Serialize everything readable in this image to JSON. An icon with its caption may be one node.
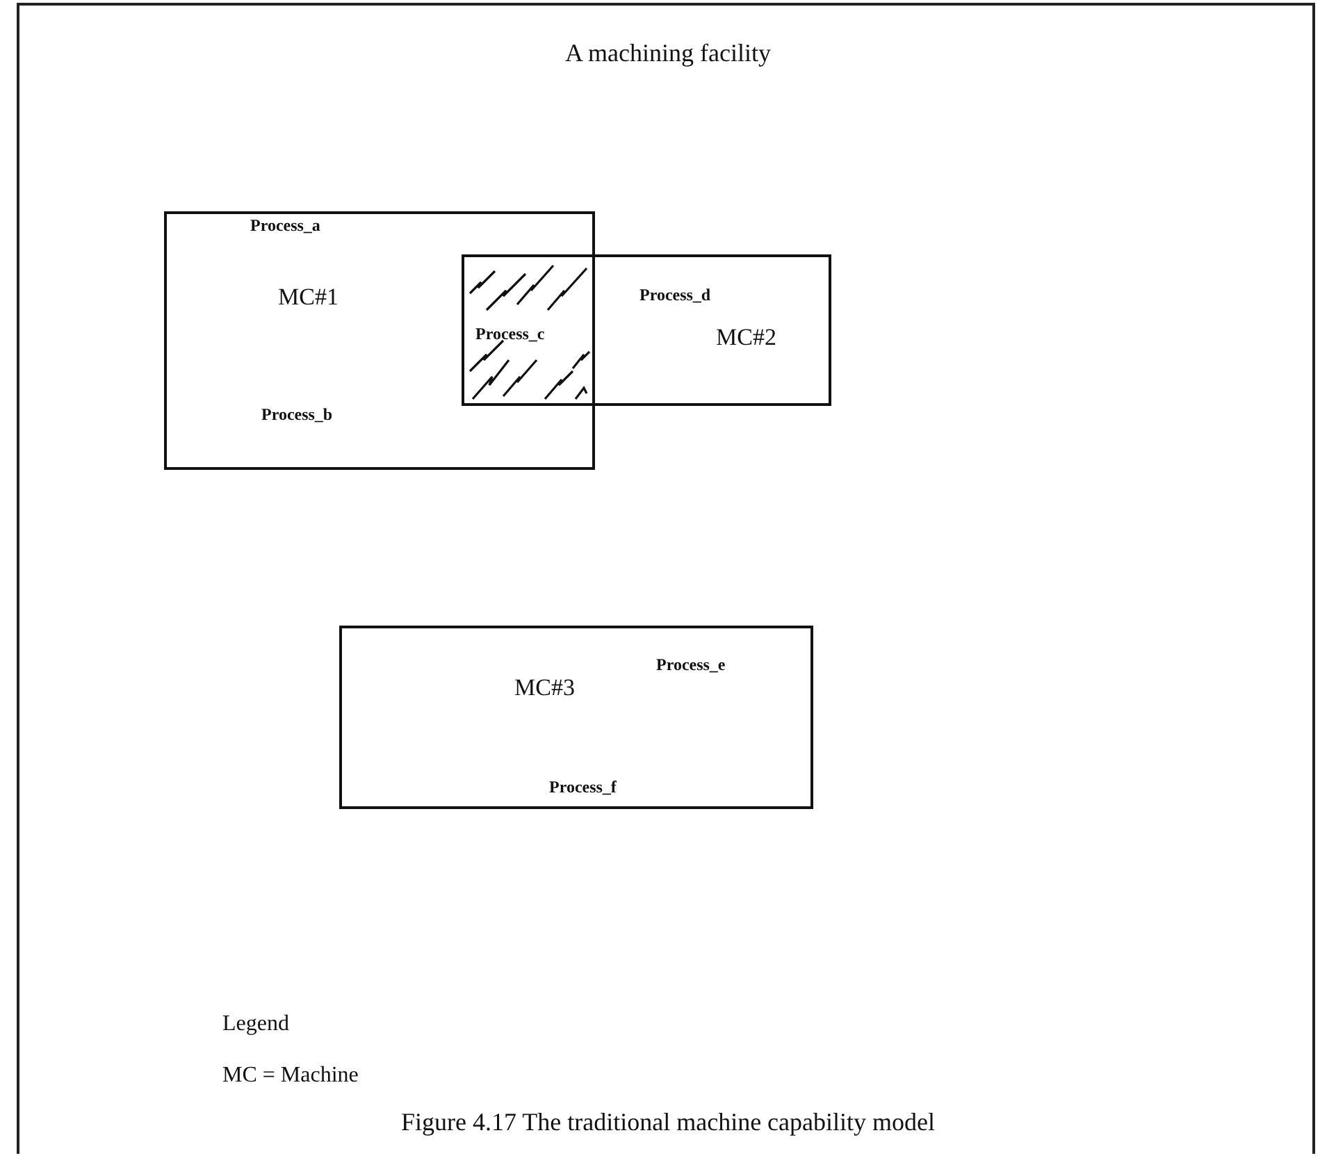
{
  "diagram": {
    "title": "A machining facility",
    "caption": "Figure 4.17 The traditional machine capability model",
    "nodes": [
      {
        "text": [
          "Process_a",
          "MC#1",
          "Process_b"
        ]
      },
      {
        "text": [
          "Process_c"
        ]
      },
      {
        "text": [
          "Process_d",
          "MC#2"
        ]
      },
      {
        "text": [
          "MC#3",
          "Process_e",
          "Process_f"
        ]
      }
    ],
    "labels": [
      "Legend",
      "MC = Machine"
    ]
  }
}
